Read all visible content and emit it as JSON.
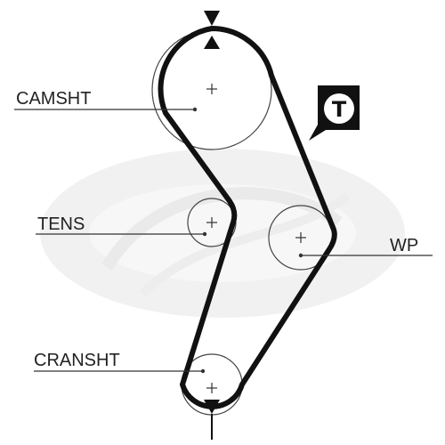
{
  "labels": {
    "camshaft": "CAMSHT",
    "tensioner": "TENS",
    "water_pump": "WP",
    "crankshaft": "CRANSHT"
  },
  "badge": {
    "letter": "T"
  },
  "icons": {
    "pulley_center": "plus-mark",
    "timing_mark": "filled-triangle",
    "tensioner_badge": "letter-T-in-circle"
  },
  "colors": {
    "belt": "#111111",
    "pulley_outline": "#444444",
    "watermark": "#eeeeee",
    "text": "#222222",
    "background": "#ffffff"
  }
}
